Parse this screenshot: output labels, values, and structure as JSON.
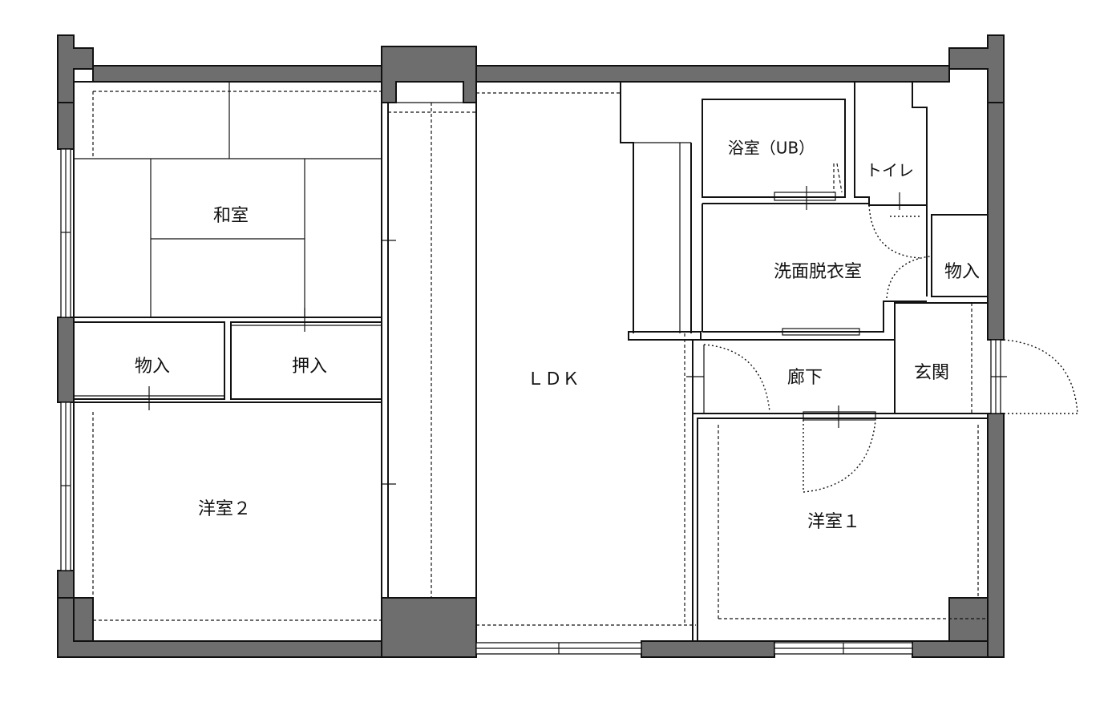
{
  "rooms": {
    "washitsu": "和室",
    "monoire_left": "物入",
    "oshiire": "押入",
    "youshitsu2": "洋室２",
    "ldk": "ＬＤＫ",
    "yokushitsu": "浴室（UB）",
    "toilet": "トイレ",
    "senmen": "洗面脱衣室",
    "monoire_right": "物入",
    "rouka": "廊下",
    "genkan": "玄関",
    "youshitsu1": "洋室１"
  }
}
